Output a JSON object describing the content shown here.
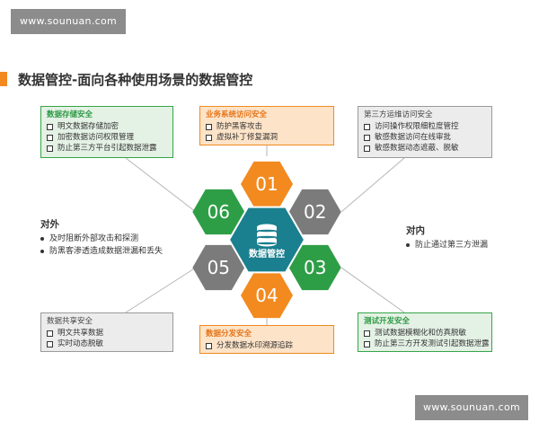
{
  "watermark_top": "www.sounuan.com",
  "watermark_bottom": "www.sounuan.com",
  "title": "数据管控-面向各种使用场景的数据管控",
  "center": {
    "label": "数据管控"
  },
  "hexes": [
    {
      "num": "01",
      "color": "#f28a1f"
    },
    {
      "num": "02",
      "color": "#7b7b7b"
    },
    {
      "num": "03",
      "color": "#2e9e46"
    },
    {
      "num": "04",
      "color": "#f28a1f"
    },
    {
      "num": "05",
      "color": "#7b7b7b"
    },
    {
      "num": "06",
      "color": "#2e9e46"
    }
  ],
  "center_color": "#1a7f8e",
  "boxes": {
    "storage": {
      "head": "数据存储安全",
      "items": [
        "明文数据存储加密",
        "加密数据访问权限管理",
        "防止第三方平台引起数据泄露"
      ]
    },
    "business": {
      "head": "业务系统访问安全",
      "items": [
        "防护黑客攻击",
        "虚拟补丁修复漏洞"
      ]
    },
    "ops": {
      "head": "第三方运维访问安全",
      "items": [
        "访问操作权限细粒度管控",
        "敏感数据访问在线审批",
        "敏感数据动态遮蔽、脱敏"
      ]
    },
    "sharing": {
      "head": "数据共享安全",
      "items": [
        "明文共享数据",
        "实时动态脱敏"
      ]
    },
    "distribution": {
      "head": "数据分发安全",
      "items": [
        "分发数据水印溯源追踪"
      ]
    },
    "testing": {
      "head": "测试开发安全",
      "items": [
        "测试数据模糊化和仿真脱敏",
        "防止第三方开发测试引起数据泄露"
      ]
    }
  },
  "external": {
    "head": "对外",
    "items": [
      "及时阻断外部攻击和探测",
      "防黑客渗透造成数据泄漏和丢失"
    ]
  },
  "internal": {
    "head": "对内",
    "items": [
      "防止通过第三方泄漏"
    ]
  }
}
